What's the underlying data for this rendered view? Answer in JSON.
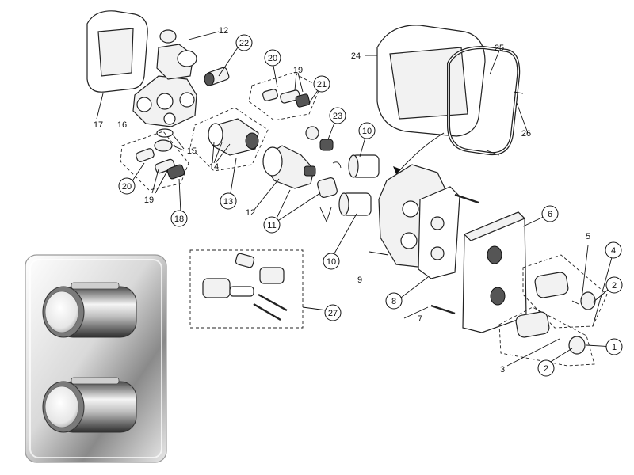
{
  "diagram": {
    "callouts": [
      {
        "id": "c1",
        "label": "1"
      },
      {
        "id": "c2a",
        "label": "2"
      },
      {
        "id": "c2b",
        "label": "2"
      },
      {
        "id": "c3",
        "label": "3"
      },
      {
        "id": "c4",
        "label": "4"
      },
      {
        "id": "c5",
        "label": "5"
      },
      {
        "id": "c6",
        "label": "6"
      },
      {
        "id": "c7",
        "label": "7"
      },
      {
        "id": "c8",
        "label": "8"
      },
      {
        "id": "c9",
        "label": "9"
      },
      {
        "id": "c10a",
        "label": "10"
      },
      {
        "id": "c10b",
        "label": "10"
      },
      {
        "id": "c11",
        "label": "11"
      },
      {
        "id": "c12a",
        "label": "12"
      },
      {
        "id": "c12b",
        "label": "12"
      },
      {
        "id": "c13",
        "label": "13"
      },
      {
        "id": "c14",
        "label": "14"
      },
      {
        "id": "c15",
        "label": "15"
      },
      {
        "id": "c16",
        "label": "16"
      },
      {
        "id": "c17",
        "label": "17"
      },
      {
        "id": "c18",
        "label": "18"
      },
      {
        "id": "c19a",
        "label": "19"
      },
      {
        "id": "c19b",
        "label": "19"
      },
      {
        "id": "c20a",
        "label": "20"
      },
      {
        "id": "c20b",
        "label": "20"
      },
      {
        "id": "c21",
        "label": "21"
      },
      {
        "id": "c22",
        "label": "22"
      },
      {
        "id": "c23",
        "label": "23"
      },
      {
        "id": "c24",
        "label": "24"
      },
      {
        "id": "c25",
        "label": "25"
      },
      {
        "id": "c26",
        "label": "26"
      },
      {
        "id": "c27",
        "label": "27"
      }
    ]
  }
}
